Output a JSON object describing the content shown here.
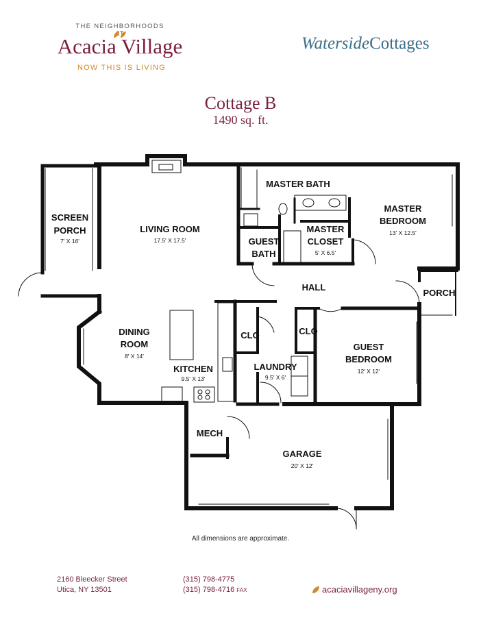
{
  "header": {
    "tagline": "THE NEIGHBORHOODS AT",
    "brand": "Acacia Village",
    "slogan": "NOW THIS IS LIVING",
    "collection_italic": "Waterside",
    "collection_rest": "Cottages"
  },
  "plan": {
    "title": "Cottage B",
    "area": "1490 sq. ft.",
    "rooms": {
      "screen_porch": {
        "line1": "SCREEN",
        "line2": "PORCH",
        "dim": "7' X 16'"
      },
      "living_room": {
        "line1": "LIVING ROOM",
        "dim": "17.5' X 17.5'"
      },
      "master_bath": {
        "line1": "MASTER BATH"
      },
      "master_bedroom": {
        "line1": "MASTER",
        "line2": "BEDROOM",
        "dim": "13' X 12.5'"
      },
      "master_closet": {
        "line1": "MASTER",
        "line2": "CLOSET",
        "dim": "5' X 6.5'"
      },
      "guest_bath": {
        "line1": "GUEST",
        "line2": "BATH"
      },
      "hall": {
        "line1": "HALL"
      },
      "porch": {
        "line1": "PORCH"
      },
      "dining_room": {
        "line1": "DINING",
        "line2": "ROOM",
        "dim": "8' X 14'"
      },
      "kitchen": {
        "line1": "KITCHEN",
        "dim": "9.5' X 13'"
      },
      "clo_left": {
        "line1": "CLO"
      },
      "clo_right": {
        "line1": "CLO"
      },
      "laundry": {
        "line1": "LAUNDRY",
        "dim": "9.5' X 6'"
      },
      "guest_bedroom": {
        "line1": "GUEST",
        "line2": "BEDROOM",
        "dim": "12' X 12'"
      },
      "mech": {
        "line1": "MECH"
      },
      "garage": {
        "line1": "GARAGE",
        "dim": "20' X 12'"
      }
    },
    "note": "All dimensions are approximate."
  },
  "footer": {
    "street": "2160 Bleecker Street",
    "city": "Utica, NY 13501",
    "phone": "(315) 798-4775",
    "fax_number": "(315) 798-4716",
    "fax_label": "FAX",
    "website": "acaciavillageny.org"
  },
  "colors": {
    "brand": "#7a1f3d",
    "accent": "#d18a2a",
    "water": "#3c6f8a",
    "wall": "#111111"
  }
}
